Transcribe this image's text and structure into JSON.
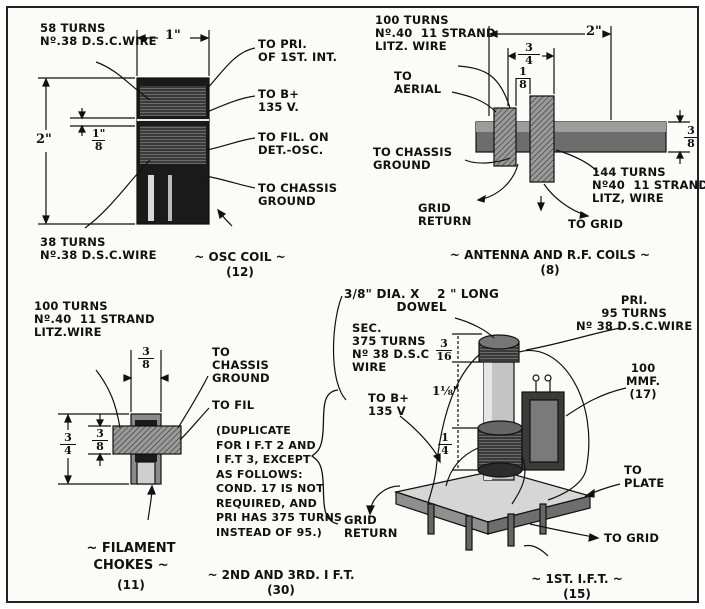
{
  "osc": {
    "turns58": "58 TURNS\nNº.38 D.S.C.WIRE",
    "dim_width": "1\"",
    "dim_height": "2\"",
    "dim_gap_num": "1\"",
    "dim_gap_den": "8",
    "to_pri": "TO PRI.\nOF 1ST. INT.",
    "to_b": "TO B+\n135 V.",
    "to_fil": "TO FIL. ON\nDET.-OSC.",
    "to_chassis": "TO CHASSIS\nGROUND",
    "turns38": "38 TURNS\nNº.38 D.S.C.WIRE",
    "caption": "~ OSC COIL ~",
    "number": "(12)"
  },
  "antenna": {
    "turns100": "100 TURNS\nNº.40  11 STRAND\nLITZ. WIRE",
    "dim_width": "2\"",
    "dim_three_quarter_num": "3",
    "dim_three_quarter_den": "4",
    "dim_eighth_num": "1",
    "dim_eighth_den": "8",
    "dim_dowel_num": "3",
    "dim_dowel_den": "8",
    "to_aerial": "TO\nAERIAL",
    "to_chassis": "TO CHASSIS\nGROUND",
    "grid_return": "GRID\nRETURN",
    "turns144": "144 TURNS\nNº40  11 STRAND\nLITZ, WIRE",
    "to_grid": "TO GRID",
    "caption": "~ ANTENNA AND R.F. COILS ~",
    "number": "(8)"
  },
  "choke": {
    "turns100": "100 TURNS\nNº.40  11 STRAND\nLITZ.WIRE",
    "dim_top_num": "3",
    "dim_top_den": "8",
    "dim_mid_num": "3",
    "dim_mid_den": "8",
    "dim_left_num": "3",
    "dim_left_den": "4",
    "to_chassis": "TO\nCHASSIS\nGROUND",
    "to_fil": "TO FIL",
    "caption": "~ FILAMENT\nCHOKES ~",
    "number": "(11)"
  },
  "second_ift": {
    "note": "(DUPLICATE\nFOR I F.T 2 AND\nI F.T 3, EXCEPT\nAS FOLLOWS:\nCOND. 17 IS NOT\nREQUIRED, AND\nPRI HAS 375 TURNS\nINSTEAD OF 95.)",
    "caption": "~ 2ND AND 3RD. I F.T.",
    "number": "(30)"
  },
  "first_ift": {
    "dowel": "3/8\" DIA. X    2 \" LONG\n            DOWEL",
    "sec": "SEC.\n375 TURNS\nNº 38 D.S.C\nWIRE",
    "pri": "PRI.\n95 TURNS\nNº 38 D.S.C.WIRE",
    "mmf": "100\nMMF.\n(17)",
    "to_b": "TO B+\n135 V",
    "dim_top_num": "3",
    "dim_top_den": "16",
    "dim_mid": "1⅛\"",
    "dim_low_num": "1",
    "dim_low_den": "4",
    "to_plate": "TO\nPLATE",
    "grid_return": "GRID\nRETURN",
    "to_grid": "TO GRID",
    "caption": "~ 1ST. I.F.T. ~",
    "number": "(15)"
  }
}
